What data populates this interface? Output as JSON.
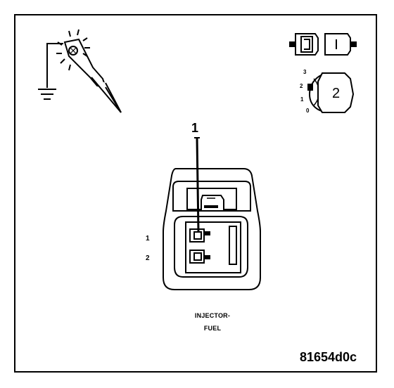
{
  "diagram": {
    "callout_number": "1",
    "pin_labels": [
      "1",
      "2"
    ],
    "connector_name_line1": "INJECTOR-",
    "connector_name_line2": "FUEL",
    "figure_id": "81654d0c",
    "ignition_positions": [
      "3",
      "2",
      "1",
      "0"
    ],
    "ignition_key_number": "2",
    "icons": [
      "test-light-probe-icon",
      "ground-icon",
      "connector-disconnected-icon",
      "ignition-switch-icon"
    ]
  }
}
